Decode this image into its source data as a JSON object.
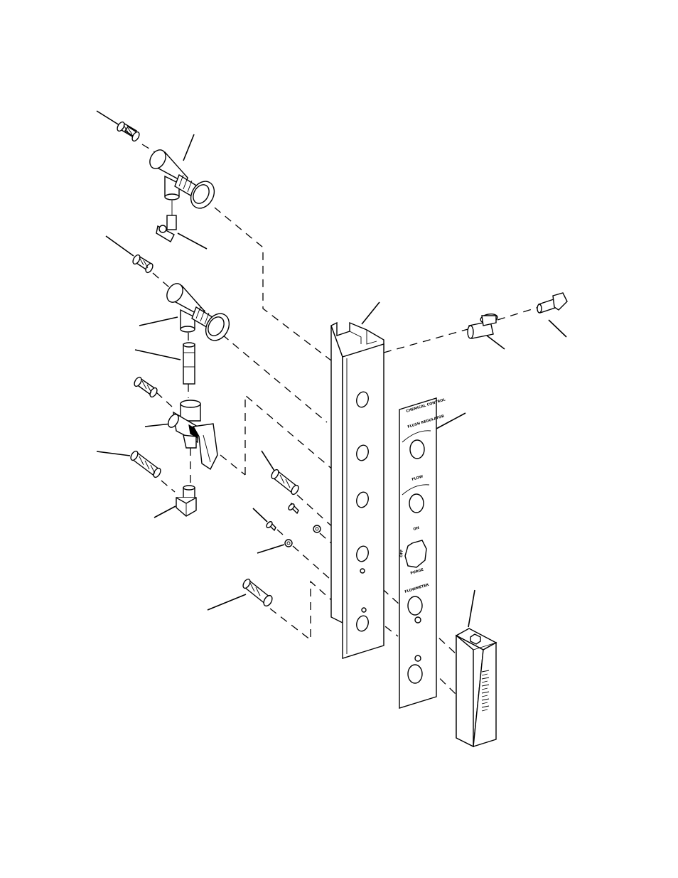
{
  "figure": {
    "panel_labels": [
      "CHEMICAL CONTROL",
      "FLUSH REGULATOR",
      "FLOW",
      "ON",
      "OFF",
      "PURGE",
      "FLOWMETER"
    ],
    "background": "#ffffff",
    "line_color": "#000000"
  }
}
